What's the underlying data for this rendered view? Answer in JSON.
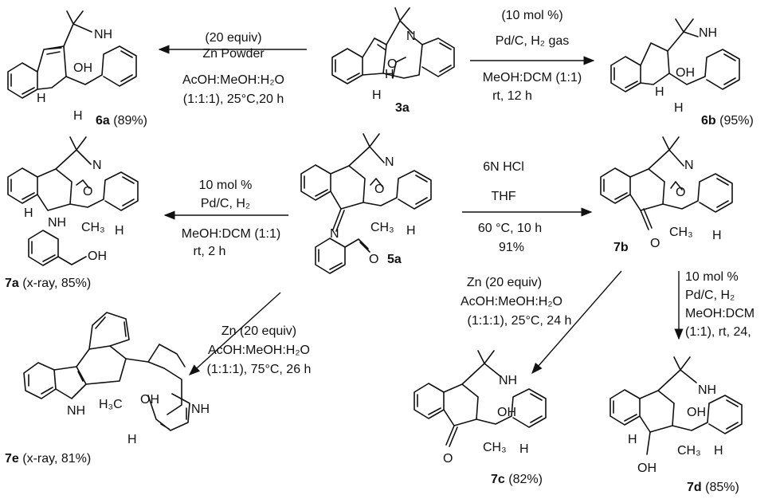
{
  "compounds": {
    "c3a": {
      "id": "3a",
      "yield": ""
    },
    "c6a": {
      "id": "6a",
      "yield": " (89%)"
    },
    "c6b": {
      "id": "6b",
      "yield": " (95%)"
    },
    "c5a": {
      "id": "5a",
      "yield": ""
    },
    "c7a": {
      "id": "7a",
      "yield": " (x-ray, 85%)"
    },
    "c7b": {
      "id": "7b",
      "yield": ""
    },
    "c7c": {
      "id": "7c",
      "yield": " (82%)"
    },
    "c7d": {
      "id": "7d",
      "yield": " (85%)"
    },
    "c7e": {
      "id": "7e",
      "yield": " (x-ray, 81%)"
    }
  },
  "conditions": {
    "r3a_6a": [
      "(20 equiv)",
      "Zn Powder",
      "AcOH:MeOH:H₂O",
      "(1:1:1), 25°C,20 h"
    ],
    "r3a_6b_above": [
      "(10 mol %)",
      "Pd/C, H₂ gas"
    ],
    "r3a_6b_below": [
      "MeOH:DCM (1:1)",
      "rt, 12 h"
    ],
    "r5a_7a_above": [
      "10 mol %",
      "Pd/C, H₂"
    ],
    "r5a_7a_below": [
      "MeOH:DCM (1:1)",
      "rt, 2 h"
    ],
    "r5a_7b_above": [
      "6N HCl",
      "THF"
    ],
    "r5a_7b_below": [
      "60 °C, 10 h",
      "91%"
    ],
    "r5a_7e": [
      "Zn (20 equiv)",
      "AcOH:MeOH:H₂O",
      "(1:1:1), 75°C, 26 h"
    ],
    "r7b_7c": [
      "Zn (20 equiv)",
      "AcOH:MeOH:H₂O",
      "(1:1:1), 25°C, 24 h"
    ],
    "r7b_7d": [
      "10 mol %",
      "Pd/C, H₂",
      "MeOH:DCM",
      "(1:1), rt, 24,"
    ]
  },
  "atoms": {
    "N": "N",
    "NH": "NH",
    "O": "O",
    "H": "H",
    "OH": "OH",
    "CH3": "CH₃",
    "H3C": "H₃C"
  }
}
